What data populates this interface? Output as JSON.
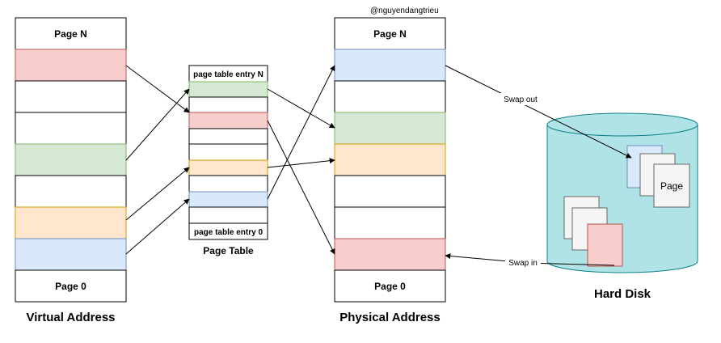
{
  "watermark": "@nguyendangtrieu",
  "colors": {
    "red": "#f8cecc",
    "green": "#d5e8d4",
    "orange": "#ffe6cc",
    "blue": "#dae8fc",
    "white": "#ffffff",
    "disk": "#b0e3e6"
  },
  "virtual_address": {
    "caption": "Virtual Address",
    "top_label": "Page N",
    "bottom_label": "Page 0"
  },
  "page_table": {
    "caption": "Page Table",
    "top_label": "page table entry N",
    "bottom_label": "page table entry 0"
  },
  "physical_address": {
    "caption": "Physical Address",
    "top_label": "Page N",
    "bottom_label": "Page 0"
  },
  "hard_disk": {
    "caption": "Hard Disk",
    "page_label": "Page"
  },
  "arrows": {
    "swap_out": "Swap out",
    "swap_in": "Swap in"
  }
}
